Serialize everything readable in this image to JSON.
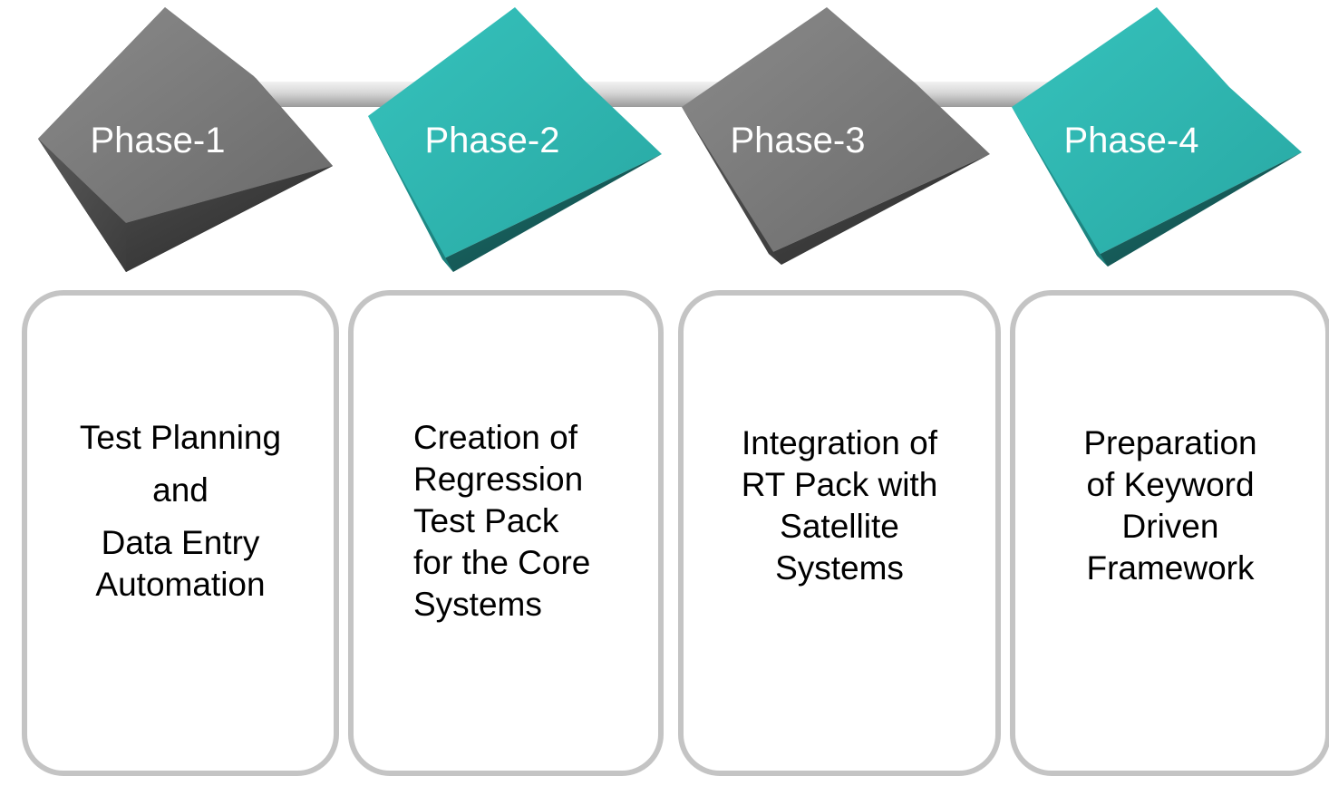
{
  "phases": [
    {
      "label": "Phase-1",
      "color": "gray",
      "lines": [
        "Test Planning",
        "and",
        "Data Entry",
        "Automation"
      ]
    },
    {
      "label": "Phase-2",
      "color": "teal",
      "lines": [
        "Creation of",
        "Regression",
        "Test Pack",
        "for the Core",
        "Systems"
      ]
    },
    {
      "label": "Phase-3",
      "color": "gray",
      "lines": [
        "Integration of",
        "RT Pack with",
        "Satellite",
        "Systems"
      ]
    },
    {
      "label": "Phase-4",
      "color": "teal",
      "lines": [
        "Preparation",
        "of Keyword",
        "Driven",
        "Framework"
      ]
    }
  ],
  "colors": {
    "gray_top": "#767676",
    "gray_left": "#575757",
    "gray_right": "#3a3a3a",
    "teal_top": "#2fb5b0",
    "teal_left": "#23938f",
    "teal_right": "#155a58",
    "card_border": "#c4c4c4",
    "connector": "#c8c8c8"
  }
}
